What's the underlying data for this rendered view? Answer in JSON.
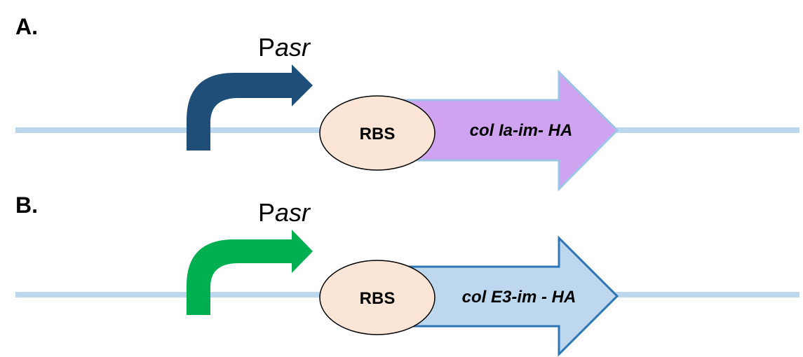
{
  "panels": [
    {
      "label": "A.",
      "promoter": {
        "prefix": "P",
        "name": "asr",
        "color": "#1f4e79"
      },
      "rbs": "RBS",
      "gene": {
        "label": "col Ia-im- HA",
        "fill": "#cfa3f0",
        "stroke": "#9dc3e6"
      }
    },
    {
      "label": "B.",
      "promoter": {
        "prefix": "P",
        "name": "asr",
        "color": "#00b050"
      },
      "rbs": "RBS",
      "gene": {
        "label": "col E3-im - HA",
        "fill": "#bdd7ee",
        "stroke": "#2e75b6"
      }
    }
  ],
  "colors": {
    "dna_line": "#bdd7ee",
    "rbs_fill": "#fbe5d6",
    "rbs_stroke": "#000000"
  }
}
